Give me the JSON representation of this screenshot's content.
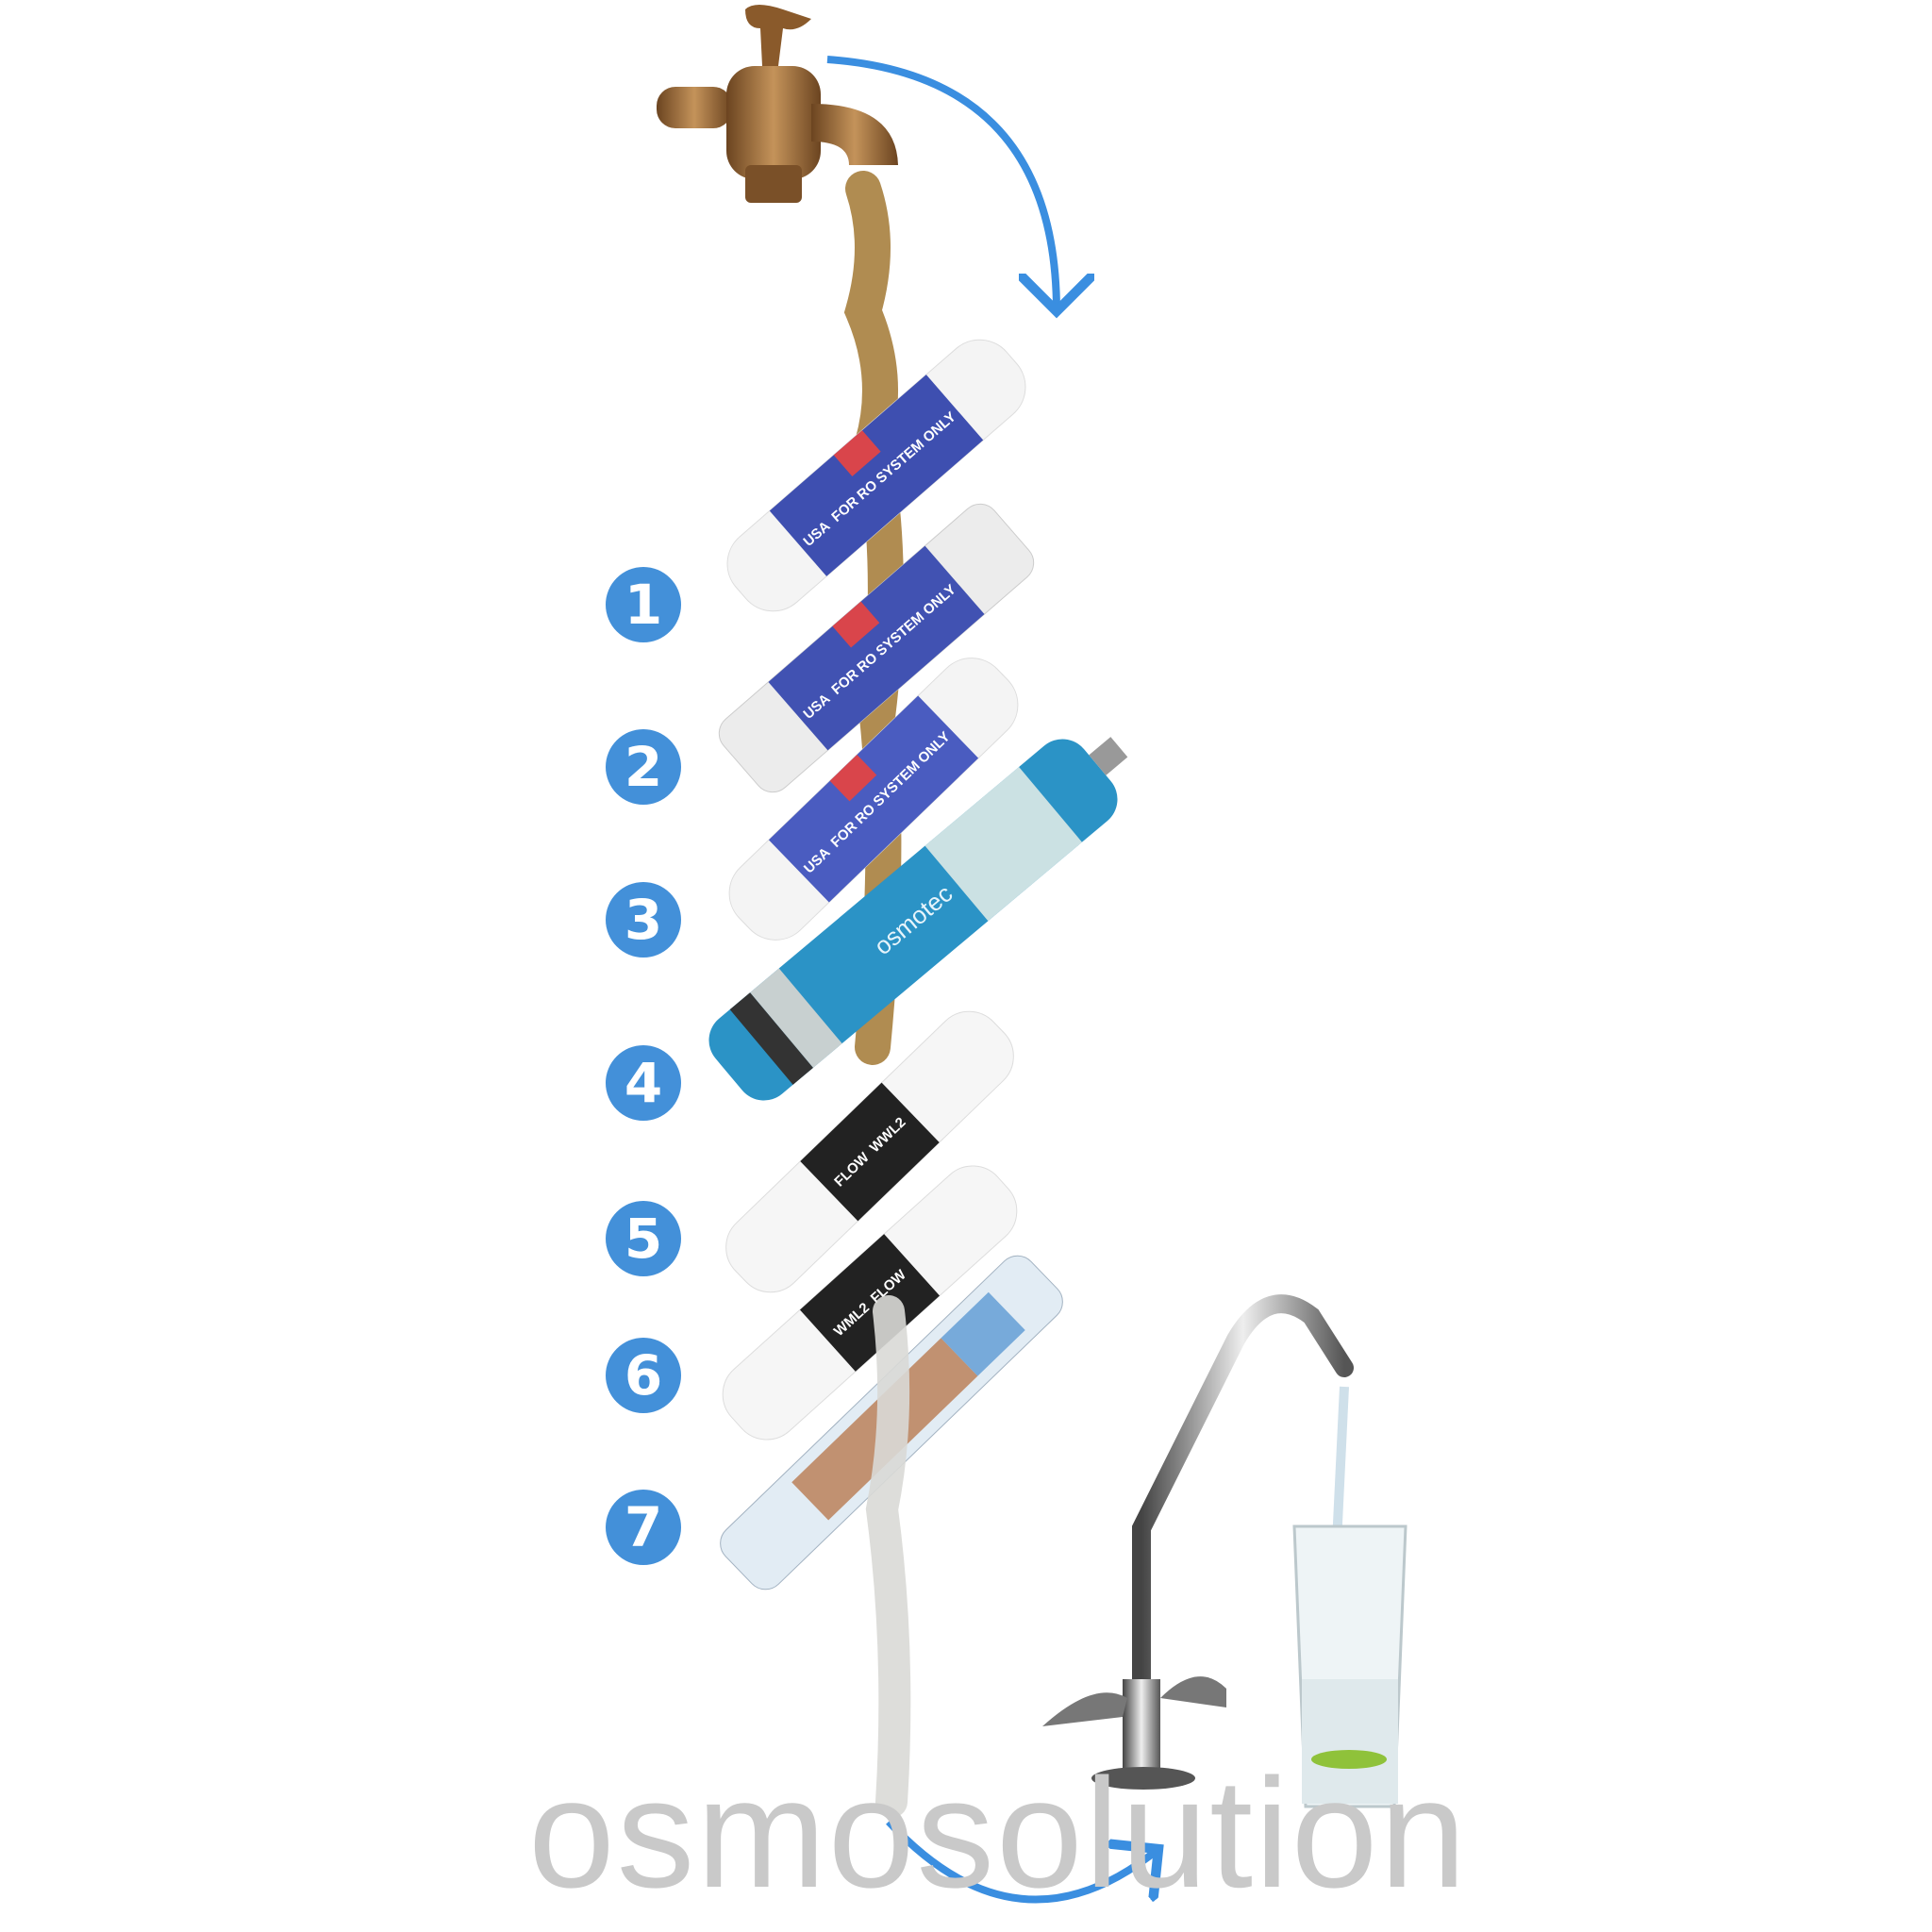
{
  "watermark": "osmosolution",
  "colors": {
    "accent_blue": "#4390d9",
    "membrane_blue": "#2b93c6",
    "dirty_water": "#a7803e",
    "clean_water": "#d9d9d6",
    "brass": "#9a6a35"
  },
  "steps": [
    {
      "number": "1",
      "cartridge_label": "FOR RO SYSTEM ONLY",
      "badge": "USA"
    },
    {
      "number": "2",
      "cartridge_label": "FOR RO SYSTEM ONLY",
      "badge": "USA"
    },
    {
      "number": "3",
      "cartridge_label": "FOR RO SYSTEM ONLY",
      "badge": "USA"
    },
    {
      "number": "4",
      "cartridge_label": "osmotec"
    },
    {
      "number": "5",
      "cartridge_label": "WWL2",
      "badge": "FLOW"
    },
    {
      "number": "6",
      "cartridge_label": "WML2",
      "badge": "FLOW"
    },
    {
      "number": "7"
    }
  ]
}
